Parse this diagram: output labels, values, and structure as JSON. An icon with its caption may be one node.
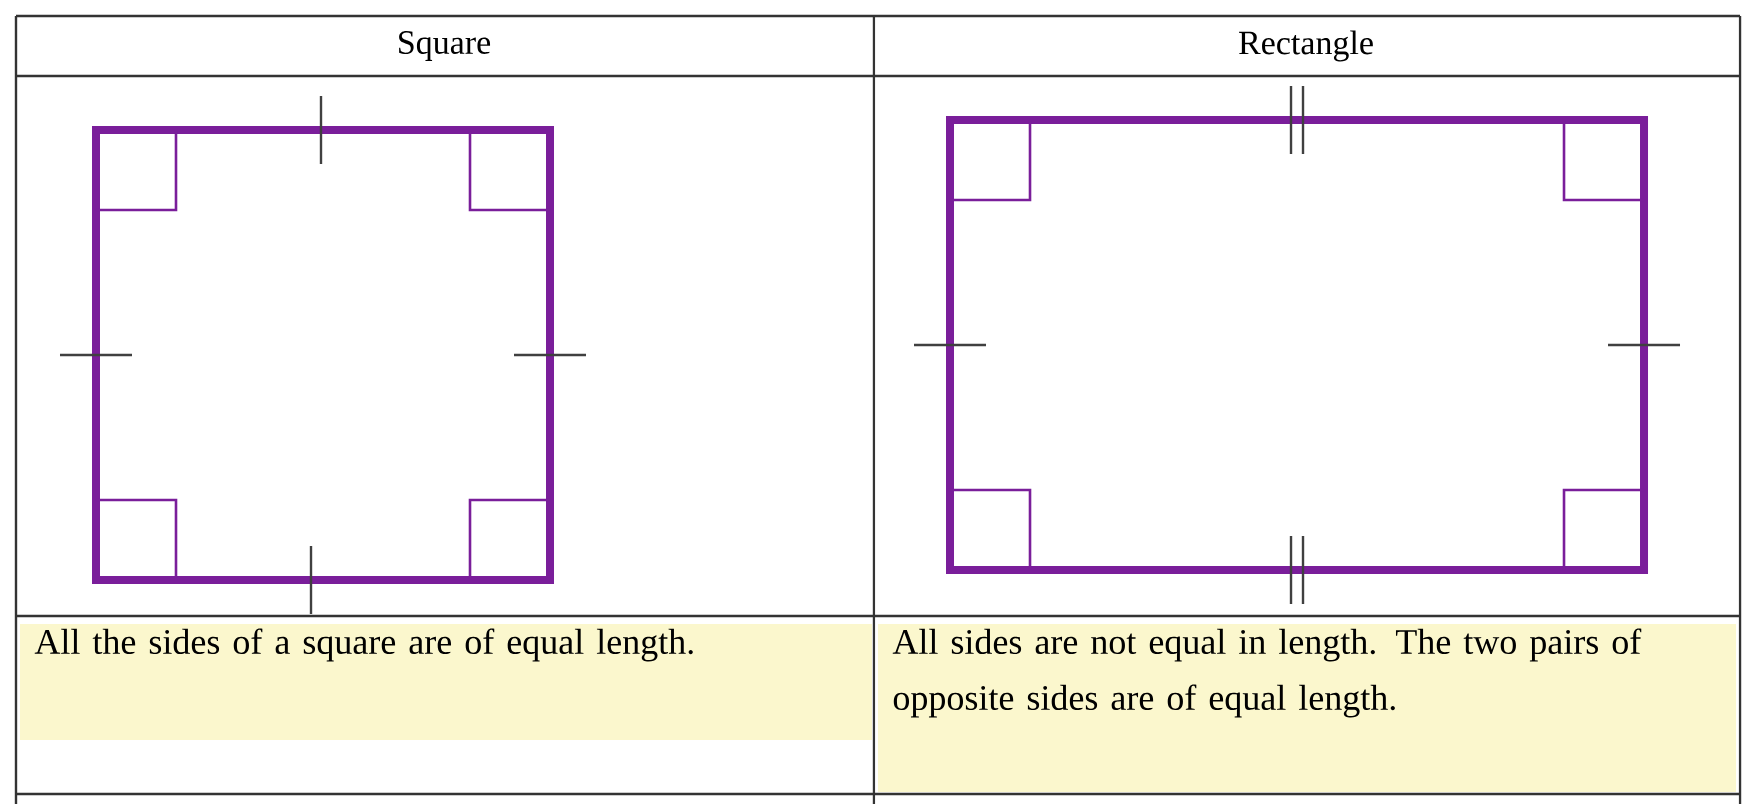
{
  "diagram": {
    "nodes": [
      {
        "text": [],
        "shape": "box"
      },
      {
        "text": [],
        "shape": "box"
      }
    ],
    "labels": [
      "Square",
      "Rectangle",
      "All the sides of a square are of equal length.",
      "All sides are not equal in length. The two pairs of opposite sides are of equal length."
    ]
  }
}
